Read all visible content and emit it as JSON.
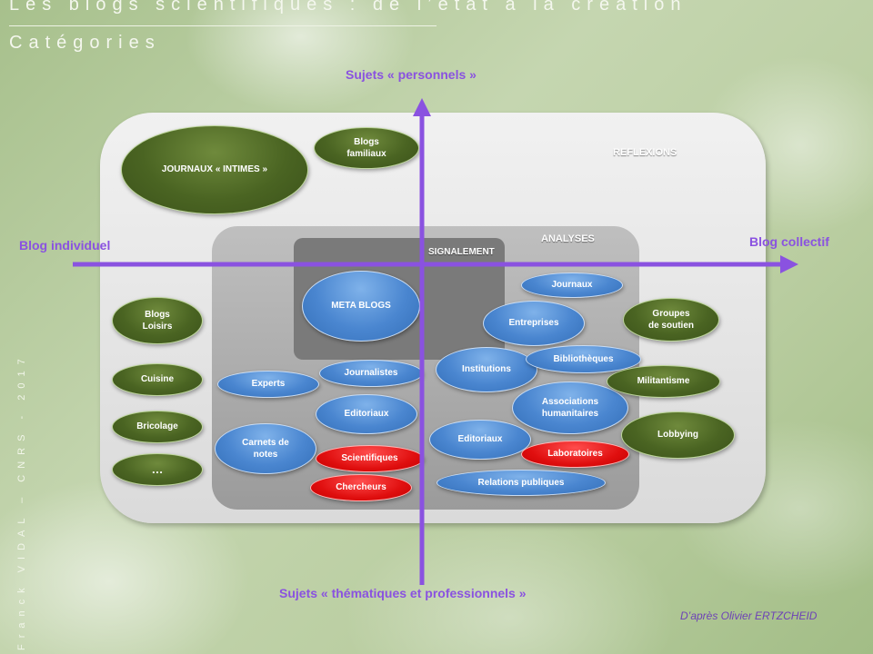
{
  "header": {
    "title": "Les blogs scientifiques : de l’état à la création",
    "subtitle": "Catégories"
  },
  "credit": "Franck VIDAL – CNRS - 2017",
  "source_note": "D’après Olivier ERTZCHEID",
  "axes": {
    "top": "Sujets « personnels »",
    "bottom": "Sujets « thématiques et professionnels »",
    "left": "Blog individuel",
    "right": "Blog collectif"
  },
  "zones": {
    "reflexions": "REFLEXIONS",
    "analyses": "ANALYSES",
    "signalement": "SIGNALEMENT"
  },
  "bubbles": {
    "journaux_intimes": "JOURNAUX « INTIMES »",
    "blogs_familiaux": "Blogs\nfamiliaux",
    "blogs_loisirs": "Blogs\nLoisirs",
    "cuisine": "Cuisine",
    "bricolage": "Bricolage",
    "ellipsis": "…",
    "meta_blogs": "META BLOGS",
    "experts": "Experts",
    "journalistes": "Journalistes",
    "editoriaux_left": "Editoriaux",
    "carnets_de_notes": "Carnets de\nnotes",
    "scientifiques": "Scientifiques",
    "chercheurs": "Chercheurs",
    "journaux": "Journaux",
    "entreprises": "Entreprises",
    "institutions": "Institutions",
    "bibliotheques": "Bibliothèques",
    "associations": "Associations\nhumanitaires",
    "editoriaux_right": "Editoriaux",
    "laboratoires": "Laboratoires",
    "relations_publiques": "Relations publiques",
    "groupes_de_soutien": "Groupes\nde soutien",
    "militantisme": "Militantisme",
    "lobbying": "Lobbying"
  },
  "colors": {
    "axis": "#8a52e0",
    "green_bubble": "#4a6422",
    "blue_bubble": "#4a86d0",
    "red_bubble": "#e00f0f"
  }
}
